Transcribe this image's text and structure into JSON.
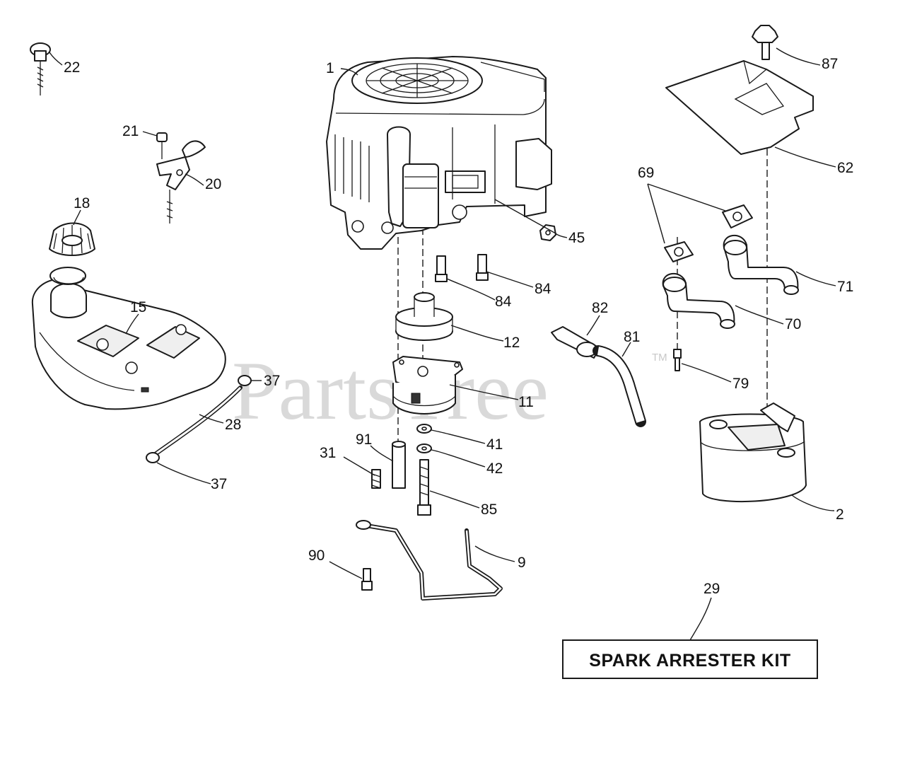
{
  "watermark": {
    "text": "PartsTree",
    "trademark": "TM"
  },
  "kit_box": {
    "label": "SPARK ARRESTER KIT"
  },
  "callouts": [
    {
      "id": "c1",
      "label": "1"
    },
    {
      "id": "c2",
      "label": "2"
    },
    {
      "id": "c9",
      "label": "9"
    },
    {
      "id": "c11",
      "label": "11"
    },
    {
      "id": "c12",
      "label": "12"
    },
    {
      "id": "c15",
      "label": "15"
    },
    {
      "id": "c18",
      "label": "18"
    },
    {
      "id": "c20",
      "label": "20"
    },
    {
      "id": "c21",
      "label": "21"
    },
    {
      "id": "c22",
      "label": "22"
    },
    {
      "id": "c28",
      "label": "28"
    },
    {
      "id": "c29",
      "label": "29"
    },
    {
      "id": "c31",
      "label": "31"
    },
    {
      "id": "c37a",
      "label": "37"
    },
    {
      "id": "c37b",
      "label": "37"
    },
    {
      "id": "c41",
      "label": "41"
    },
    {
      "id": "c42",
      "label": "42"
    },
    {
      "id": "c45",
      "label": "45"
    },
    {
      "id": "c62",
      "label": "62"
    },
    {
      "id": "c69",
      "label": "69"
    },
    {
      "id": "c70",
      "label": "70"
    },
    {
      "id": "c71",
      "label": "71"
    },
    {
      "id": "c79",
      "label": "79"
    },
    {
      "id": "c81",
      "label": "81"
    },
    {
      "id": "c82",
      "label": "82"
    },
    {
      "id": "c84a",
      "label": "84"
    },
    {
      "id": "c84b",
      "label": "84"
    },
    {
      "id": "c85",
      "label": "85"
    },
    {
      "id": "c87",
      "label": "87"
    },
    {
      "id": "c90",
      "label": "90"
    },
    {
      "id": "c91",
      "label": "91"
    }
  ]
}
